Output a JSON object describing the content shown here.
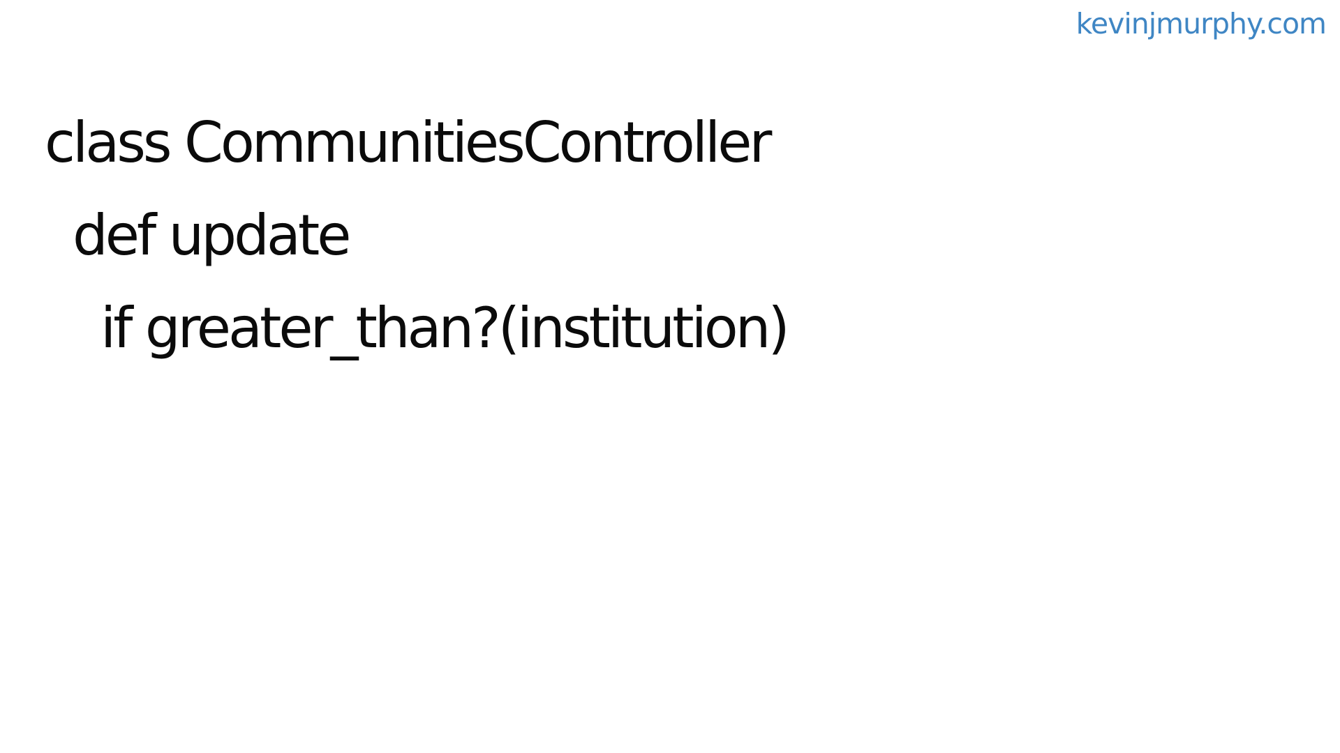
{
  "header": {
    "site": "kevinjmurphy.com"
  },
  "code": {
    "lines": [
      "class CommunitiesController",
      "def update",
      "if greater_than?(institution)"
    ]
  },
  "colors": {
    "background": "#ffffff",
    "text": "#0b0b0b",
    "accent": "#3f86c4"
  }
}
